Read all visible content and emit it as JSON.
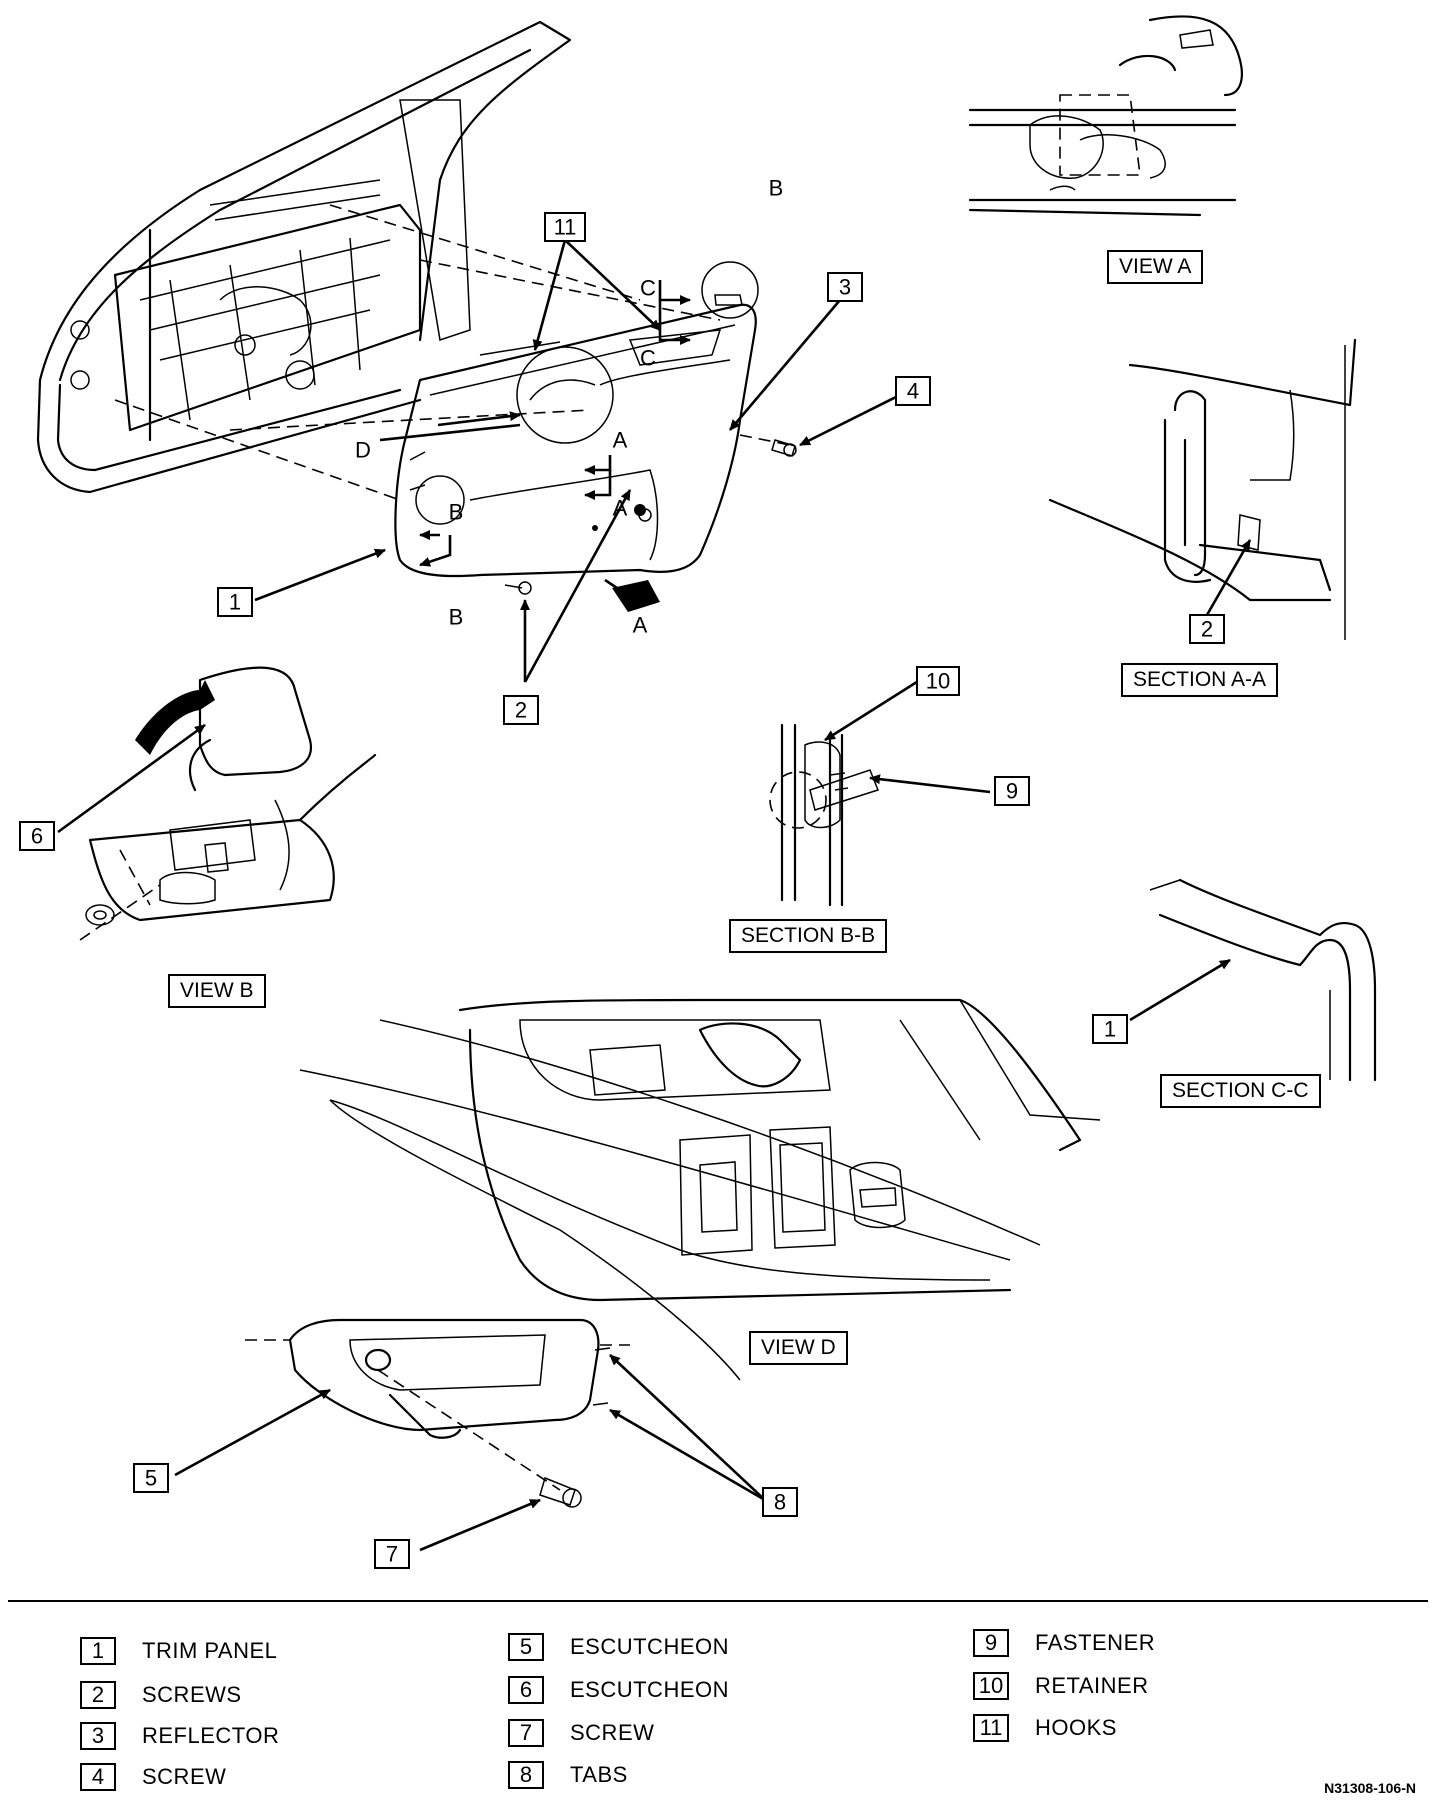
{
  "letters": {
    "section_b_mark": "B",
    "section_c_mark_upper": "C",
    "section_c_mark_lower": "C",
    "view_d_mark": "D",
    "section_a_mark_upper": "A",
    "section_a_mark_lower": "A",
    "section_b_circle": "B",
    "section_b_arrow": "B",
    "view_a_arrow": "A"
  },
  "callouts": {
    "c1_main": "1",
    "c2_main": "2",
    "c3_main": "3",
    "c4_main": "4",
    "c11_main": "11",
    "c6_view_b": "6",
    "c2_section_a": "2",
    "c10_section_b": "10",
    "c9_section_b": "9",
    "c1_section_c": "1",
    "c5_escutcheon": "5",
    "c7_screw": "7",
    "c8_tabs": "8"
  },
  "captions": {
    "view_a": "VIEW A",
    "section_a": "SECTION A-A",
    "view_b": "VIEW B",
    "section_b": "SECTION B-B",
    "section_c": "SECTION C-C",
    "view_d": "VIEW D"
  },
  "legend": [
    {
      "num": "1",
      "label": "TRIM PANEL"
    },
    {
      "num": "2",
      "label": "SCREWS"
    },
    {
      "num": "3",
      "label": "REFLECTOR"
    },
    {
      "num": "4",
      "label": "SCREW"
    },
    {
      "num": "5",
      "label": "ESCUTCHEON"
    },
    {
      "num": "6",
      "label": "ESCUTCHEON"
    },
    {
      "num": "7",
      "label": "SCREW"
    },
    {
      "num": "8",
      "label": "TABS"
    },
    {
      "num": "9",
      "label": "FASTENER"
    },
    {
      "num": "10",
      "label": "RETAINER"
    },
    {
      "num": "11",
      "label": "HOOKS"
    }
  ],
  "figure_code": "N31308-106-N"
}
